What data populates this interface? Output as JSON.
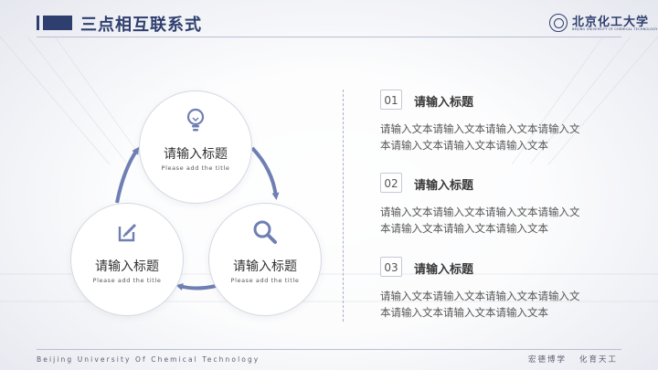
{
  "header": {
    "title": "三点相互联系式",
    "logo_text": "北京化工大学",
    "logo_subtext": "BEIJING UNIVERSITY OF CHEMICAL TECHNOLOGY"
  },
  "diagram": {
    "nodes": [
      {
        "icon": "lightbulb-icon",
        "title": "请输入标题",
        "subtitle": "Please add the title"
      },
      {
        "icon": "edit-icon",
        "title": "请输入标题",
        "subtitle": "Please add the title"
      },
      {
        "icon": "search-icon",
        "title": "请输入标题",
        "subtitle": "Please add the title"
      }
    ],
    "accent_color": "#6f7fb3"
  },
  "items": [
    {
      "number": "01",
      "title": "请输入标题",
      "body": "请输入文本请输入文本请输入文本请输入文本请输入文本请输入文本请输入文本"
    },
    {
      "number": "02",
      "title": "请输入标题",
      "body": "请输入文本请输入文本请输入文本请输入文本请输入文本请输入文本请输入文本"
    },
    {
      "number": "03",
      "title": "请输入标题",
      "body": "请输入文本请输入文本请输入文本请输入文本请输入文本请输入文本请输入文本"
    }
  ],
  "footer": {
    "left": "Beijing University Of Chemical Technology",
    "motto_1": "宏德博学",
    "motto_2": "化育天工"
  },
  "colors": {
    "brand": "#2e3e6e",
    "accent": "#6f7fb3"
  }
}
